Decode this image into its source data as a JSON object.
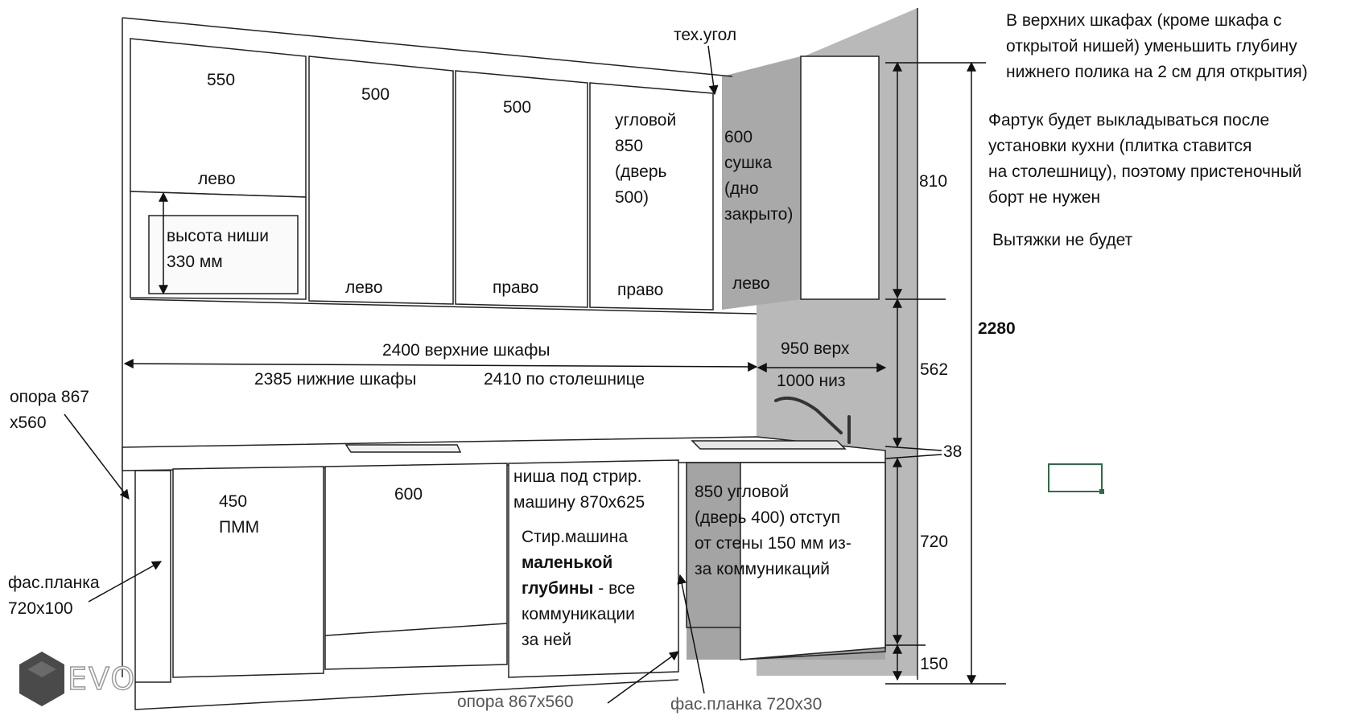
{
  "upper_cabinets": {
    "c1_width": "550",
    "c1_side": "лево",
    "niche_height_line1": "высота ниши",
    "niche_height_line2": "330 мм",
    "c2_width": "500",
    "c2_side": "лево",
    "c3_width": "500",
    "c3_side": "право",
    "c4_line1": "угловой",
    "c4_line2": "850",
    "c4_line3": "(дверь",
    "c4_line4": "500)",
    "c4_side": "право",
    "c5_line1": "600",
    "c5_line2": "сушка",
    "c5_line3": "(дно",
    "c5_line4": "закрыто)",
    "c5_side": "лево",
    "tech_corner": "тех.угол"
  },
  "dimensions": {
    "upper_total": "2400 верхние шкафы",
    "lower_total": "2385 нижние шкафы",
    "countertop_total": "2410 по столешнице",
    "side_upper": "950 верх",
    "side_lower": "1000 низ",
    "h_upper": "810",
    "h_gap": "562",
    "h_countertop": "38",
    "h_lower": "720",
    "h_plinth": "150",
    "h_total": "2280"
  },
  "lower_cabinets": {
    "dishwasher_line1": "450",
    "dishwasher_line2": "ПММ",
    "drawer_width": "600",
    "niche_line1": "ниша под стрир.",
    "niche_line2": "машину 870х625",
    "washer_line1": "Стир.машина",
    "washer_line2": "маленькой",
    "washer_line3": "глубины",
    "washer_line3_rest": " - все",
    "washer_line4": "коммуникации",
    "washer_line5": "за ней",
    "corner_line1": "850 угловой",
    "corner_line2": "(дверь 400) отступ",
    "corner_line3": "от стены 150 мм из-",
    "corner_line4": "за коммуникаций"
  },
  "callouts": {
    "support_left_line1": "опора 867",
    "support_left_line2": "х560",
    "facade_left_line1": "фас.планка",
    "facade_left_line2": "720х100",
    "support_bottom": "опора 867х560",
    "facade_bottom": "фас.планка 720х30"
  },
  "notes": {
    "n1_line1": "В верхних шкафах (кроме шкафа с",
    "n1_line2": "открытой нишей) уменьшить глубину",
    "n1_line3": "нижнего полика на 2 см для открытия)",
    "n2_line1": "Фартук будет выкладываться после",
    "n2_line2": "установки кухни (плитка ставится",
    "n2_line3": "на столешницу), поэтому пристеночный",
    "n2_line4": "борт не нужен",
    "n3": "Вытяжки не будет"
  },
  "logo": {
    "text": "EVO"
  },
  "colors": {
    "wall": "#b9b9b9",
    "line": "#222222",
    "cell_border": "#2e6b48"
  }
}
